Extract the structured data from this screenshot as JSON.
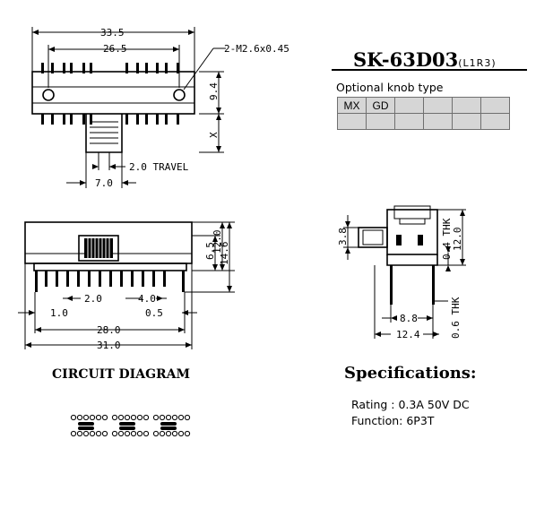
{
  "model": {
    "name": "SK-63D03",
    "suffix": "(L1R3)"
  },
  "knob": {
    "label": "Optional knob type",
    "rows": [
      [
        "MX",
        "GD",
        "",
        "",
        "",
        ""
      ],
      [
        "",
        "",
        "",
        "",
        "",
        ""
      ]
    ]
  },
  "top_view": {
    "dim_overall": "33.5",
    "dim_holes": "26.5",
    "hole_note": "2-M2.6x0.45",
    "dim_height": "9.4",
    "dim_x": "X",
    "dim_travel": "2.0 TRAVEL",
    "dim_actuator": "7.0"
  },
  "front_view": {
    "dim_pitch_2": "2.0",
    "dim_pitch_4": "4.0",
    "dim_left": "1.0",
    "dim_right": "0.5",
    "dim_28": "28.0",
    "dim_31": "31.0",
    "dim_12": "12.0",
    "dim_65": "6.5",
    "dim_146": "14.6"
  },
  "side_view": {
    "dim_38": "3.8",
    "dim_04thk": "0.4 THK",
    "dim_12": "12.0",
    "dim_88": "8.8",
    "dim_124": "12.4",
    "dim_06thk": "0.6 THK"
  },
  "circuit": {
    "title": "CIRCUIT DIAGRAM"
  },
  "specs": {
    "title": "Specifications:",
    "rating": "Rating : 0.3A  50V  DC",
    "function": "Function: 6P3T"
  }
}
